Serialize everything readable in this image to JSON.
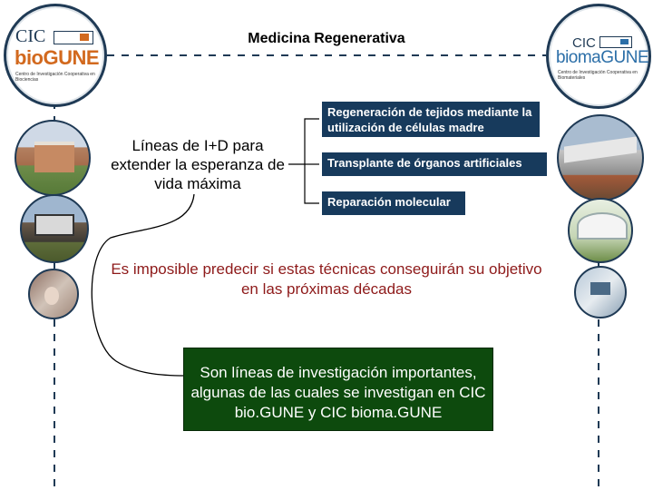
{
  "title": "Medicina Regenerativa",
  "left_logo": {
    "brand_top": "CIC",
    "brand_main": "bioGUNE",
    "subtitle_1": "Centro de Investigación Cooperativa en Biociencias"
  },
  "right_logo": {
    "brand_top": "CIC",
    "brand_main": "biomaGUNE",
    "subtitle_1": "Centro de Investigación Cooperativa en Biomateriales"
  },
  "central_text": "Líneas de I+D para extender la esperanza de vida máxima",
  "branches": [
    {
      "label": "Regeneración de tejidos mediante la utilización de células madre"
    },
    {
      "label": "Transplante de órganos artificiales"
    },
    {
      "label": "Reparación molecular"
    }
  ],
  "note_red": "Es imposible predecir si estas técnicas conseguirán su objetivo en las próximas décadas",
  "green_box_text": "Son líneas de investigación importantes, algunas de las cuales se investigan en CIC bio.GUNE y CIC bioma.GUNE",
  "colors": {
    "navy": "#173a5c",
    "red_text": "#8e1a1a",
    "green_box": "#0d4a0d",
    "bioGUNE_orange": "#d2691e",
    "biomaGUNE_blue": "#2c6fa8"
  }
}
